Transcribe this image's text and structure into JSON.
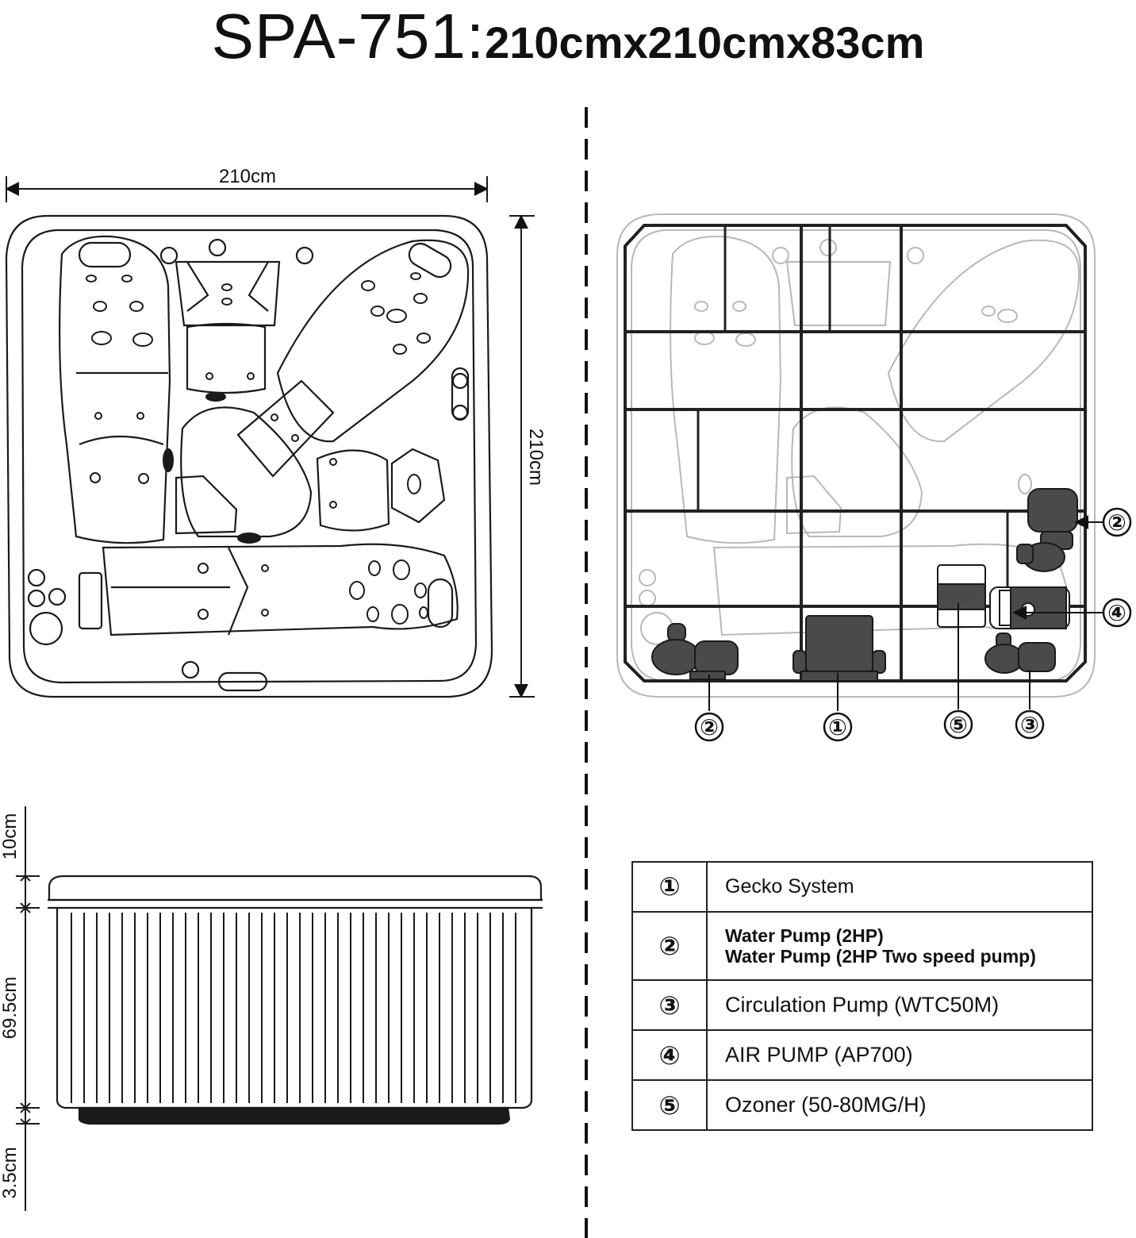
{
  "title": {
    "model": "SPA-751:",
    "dimensions": "210cmx210cmx83cm"
  },
  "top_view": {
    "width_label": "210cm",
    "depth_label": "210cm"
  },
  "side_view": {
    "cover_label": "10cm",
    "cabinet_label": "69.5cm",
    "base_label": "3.5cm"
  },
  "equipment_callouts": {
    "gecko_system": "①",
    "water_pump": "②",
    "circulation_pump": "③",
    "air_pump": "④",
    "ozoner": "⑤"
  },
  "legend": [
    {
      "number": "①",
      "lines": [
        "Gecko System"
      ]
    },
    {
      "number": "②",
      "lines": [
        "Water Pump (2HP)",
        "Water Pump (2HP Two speed pump)"
      ]
    },
    {
      "number": "③",
      "lines": [
        "Circulation Pump (WTC50M)"
      ]
    },
    {
      "number": "④",
      "lines": [
        "AIR PUMP (AP700)"
      ]
    },
    {
      "number": "⑤",
      "lines": [
        "Ozoner (50-80MG/H)"
      ]
    }
  ],
  "colors": {
    "line": "#1a1a1a",
    "faded_line": "#b8b8b8",
    "equipment": "#4a4a4a",
    "frame": "#222222"
  }
}
